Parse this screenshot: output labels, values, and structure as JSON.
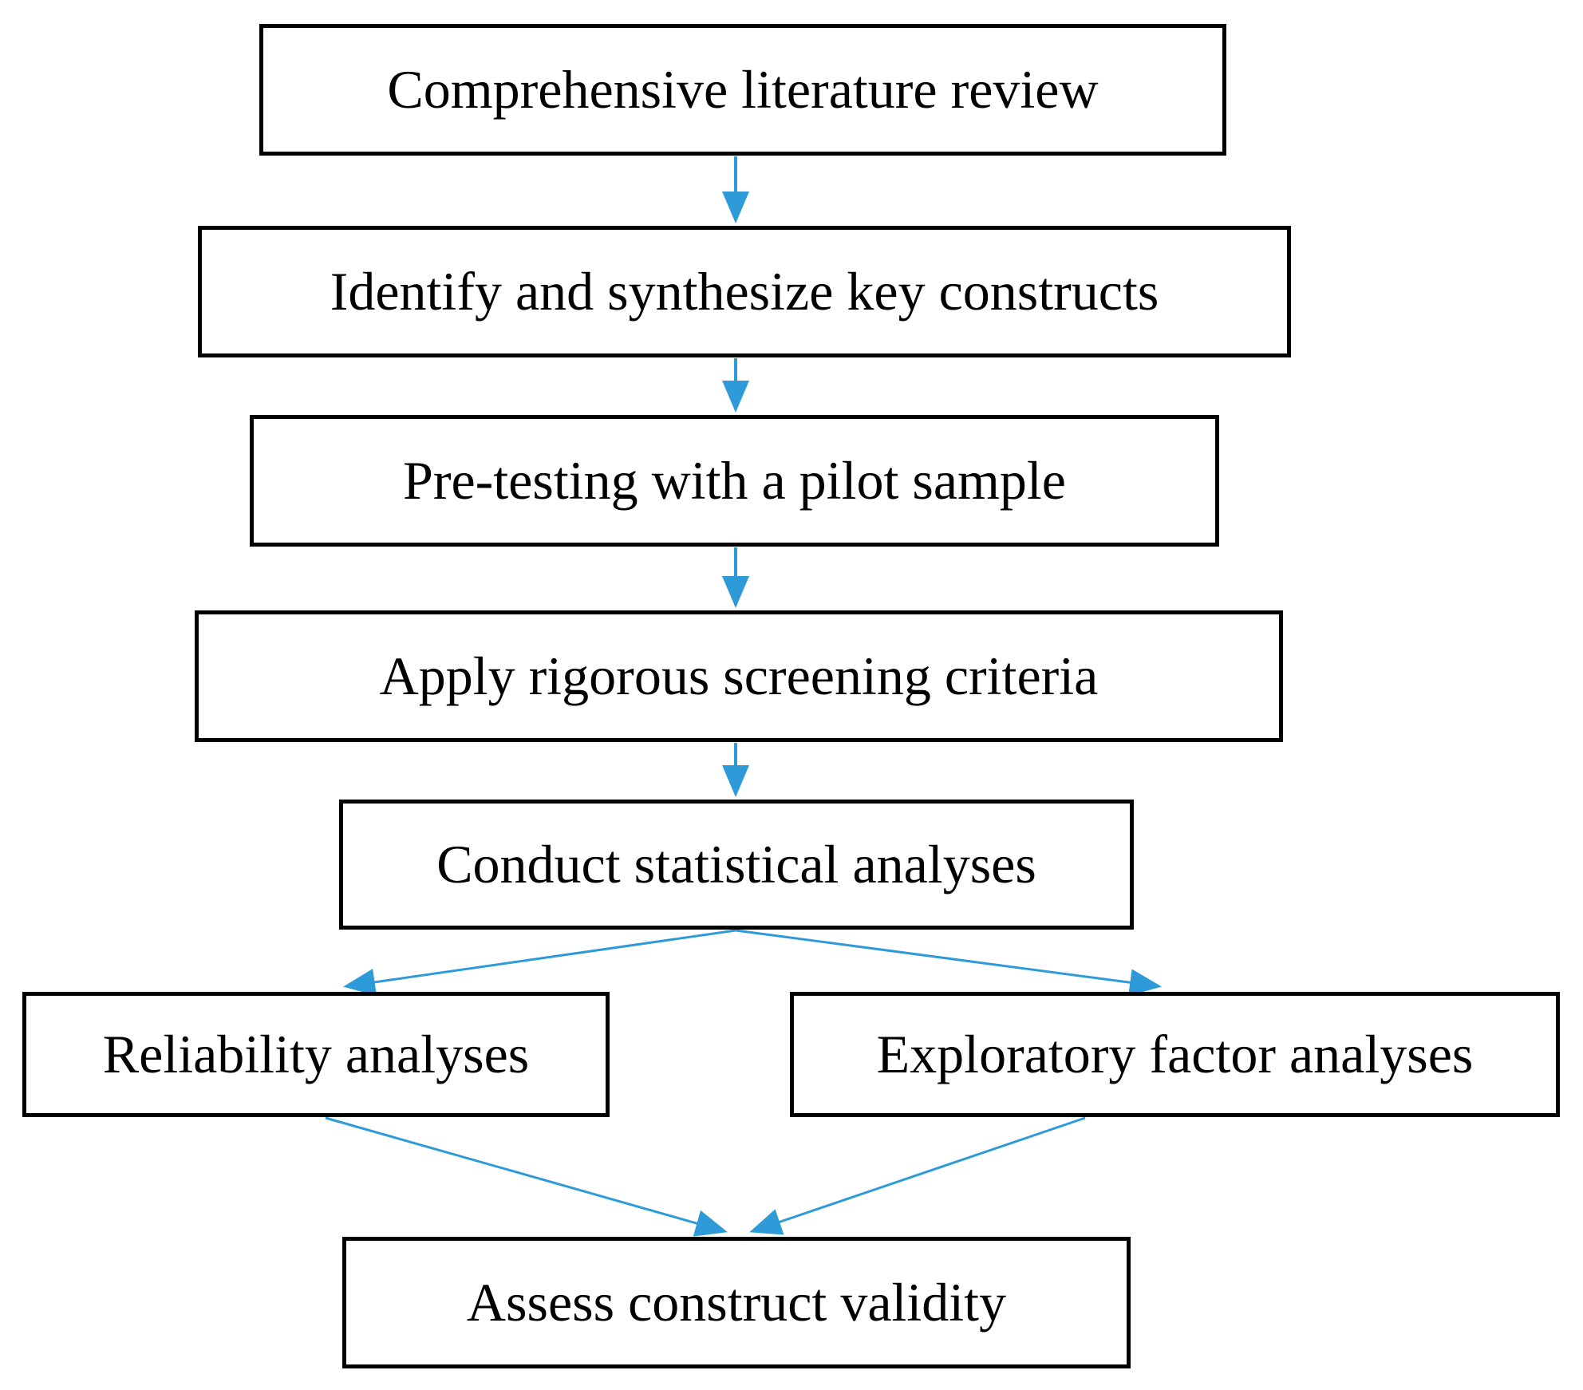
{
  "figure": {
    "type": "flowchart",
    "background_color": "#ffffff",
    "box_fill_color": "#ffffff",
    "box_border_color": "#000000",
    "text_color": "#000000",
    "arrow_color": "#2e9bd8",
    "nodes": [
      {
        "id": "literature-review",
        "label": "Comprehensive literature review"
      },
      {
        "id": "key-constructs",
        "label": "Identify and synthesize key constructs"
      },
      {
        "id": "pre-testing",
        "label": "Pre-testing with a pilot sample"
      },
      {
        "id": "screening-criteria",
        "label": "Apply rigorous screening criteria"
      },
      {
        "id": "statistical-analyses",
        "label": "Conduct statistical analyses"
      },
      {
        "id": "reliability-analyses",
        "label": "Reliability analyses"
      },
      {
        "id": "exploratory-factor-analyses",
        "label": "Exploratory factor analyses"
      },
      {
        "id": "construct-validity",
        "label": "Assess construct validity"
      }
    ],
    "edges": [
      {
        "from": "literature-review",
        "to": "key-constructs"
      },
      {
        "from": "key-constructs",
        "to": "pre-testing"
      },
      {
        "from": "pre-testing",
        "to": "screening-criteria"
      },
      {
        "from": "screening-criteria",
        "to": "statistical-analyses"
      },
      {
        "from": "statistical-analyses",
        "to": "reliability-analyses"
      },
      {
        "from": "statistical-analyses",
        "to": "exploratory-factor-analyses"
      },
      {
        "from": "reliability-analyses",
        "to": "construct-validity"
      },
      {
        "from": "exploratory-factor-analyses",
        "to": "construct-validity"
      }
    ]
  }
}
